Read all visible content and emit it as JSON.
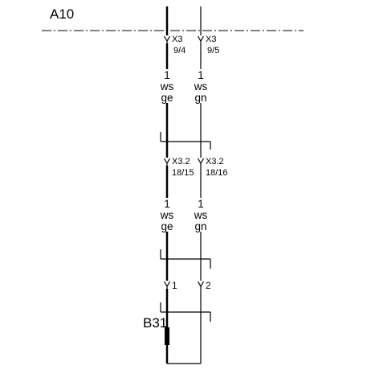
{
  "module_label": "A10",
  "component_label": "B31",
  "top_connector": {
    "left": {
      "name": "X3",
      "pin": "9/4"
    },
    "right": {
      "name": "X3",
      "pin": "9/5"
    }
  },
  "wire_segment_1": {
    "left": {
      "num": "1",
      "color1": "ws",
      "color2": "ge"
    },
    "right": {
      "num": "1",
      "color1": "ws",
      "color2": "gn"
    }
  },
  "middle_connector": {
    "left": {
      "name": "X3.2",
      "pin": "18/15"
    },
    "right": {
      "name": "X3.2",
      "pin": "18/16"
    }
  },
  "wire_segment_2": {
    "left": {
      "num": "1",
      "color1": "ws",
      "color2": "ge"
    },
    "right": {
      "num": "1",
      "color1": "ws",
      "color2": "gn"
    }
  },
  "component_pins": {
    "left": "1",
    "right": "2"
  }
}
